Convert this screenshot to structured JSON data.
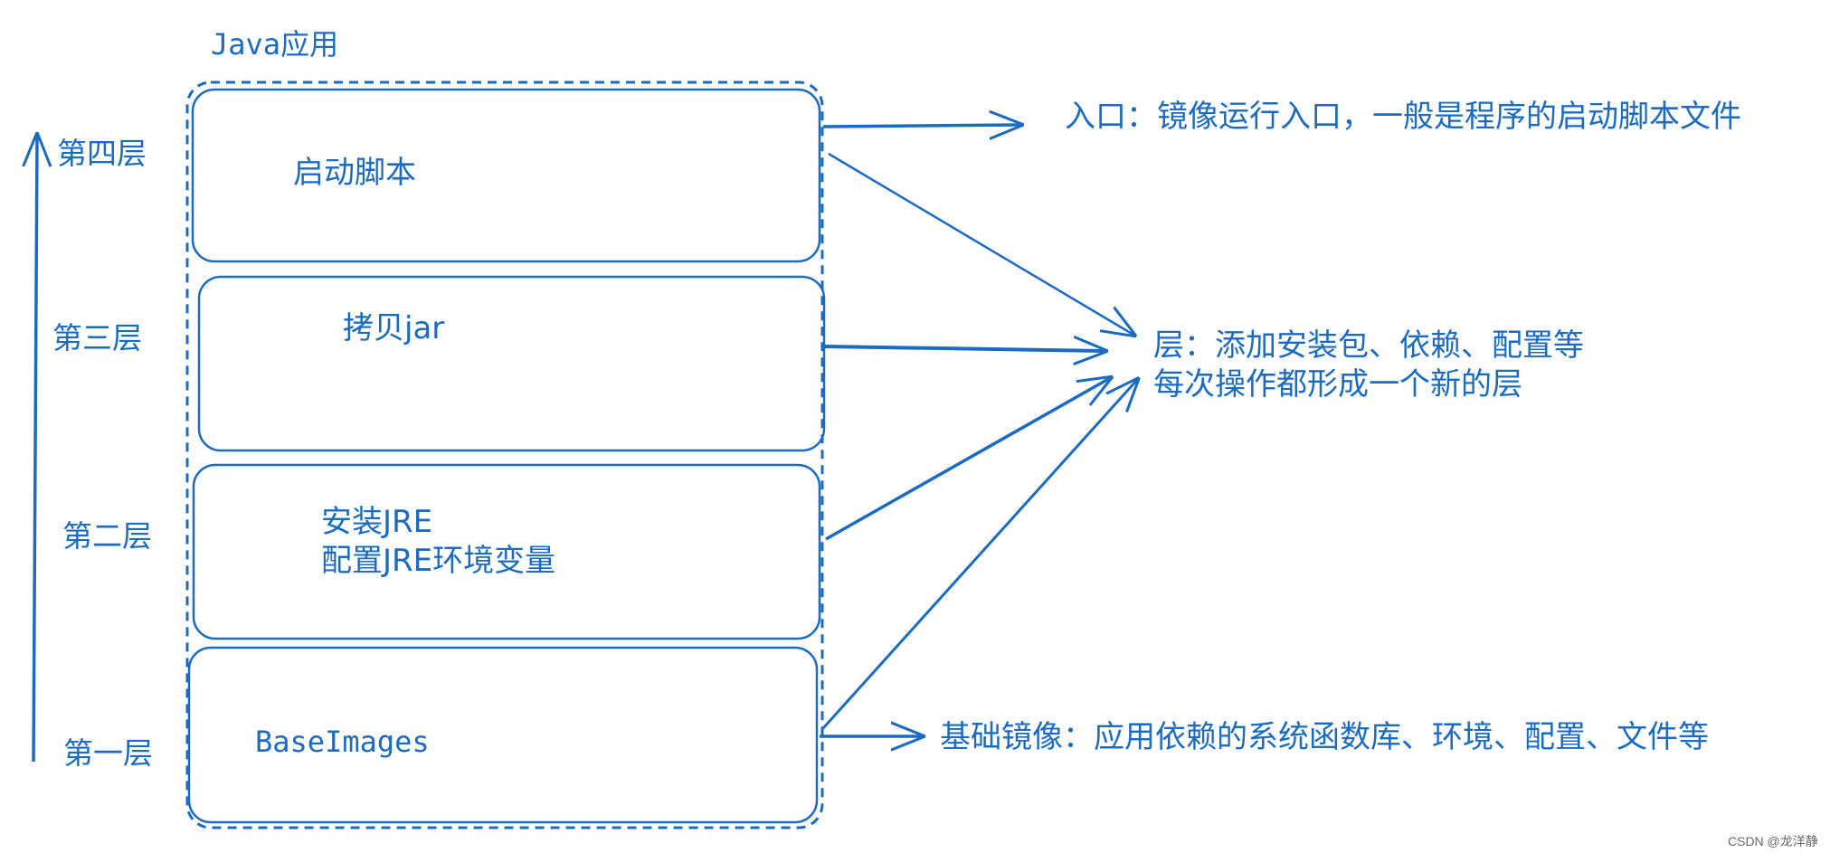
{
  "container": {
    "title": "Java应用"
  },
  "layers": [
    {
      "label": "第四层",
      "content": [
        "启动脚本"
      ]
    },
    {
      "label": "第三层",
      "content": [
        "拷贝jar"
      ]
    },
    {
      "label": "第二层",
      "content": [
        "安装JRE",
        "配置JRE环境变量"
      ]
    },
    {
      "label": "第一层",
      "content": [
        "BaseImages"
      ]
    }
  ],
  "annotations": {
    "entry": "入口：镜像运行入口，一般是程序的启动脚本文件",
    "layer_line1": "层：添加安装包、依赖、配置等",
    "layer_line2": "每次操作都形成一个新的层",
    "base": "基础镜像：应用依赖的系统函数库、环境、配置、文件等"
  },
  "watermark": "CSDN @龙洋静",
  "colors": {
    "stroke": "#1b6bc2",
    "text": "#1b6bc2",
    "watermark": "#666666"
  }
}
